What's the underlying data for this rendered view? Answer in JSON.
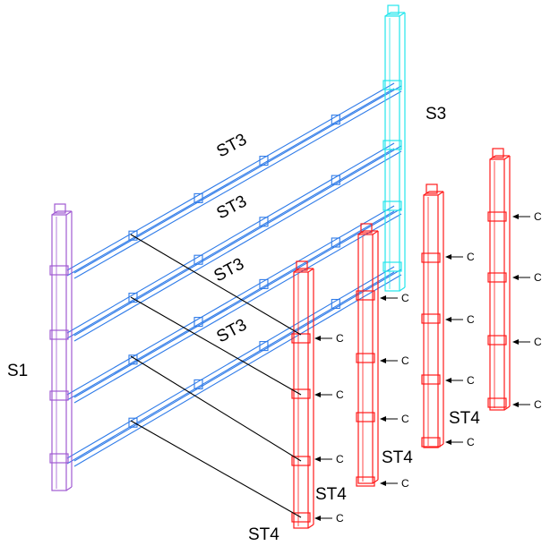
{
  "colors": {
    "post_s1": "#a05ad2",
    "post_s3": "#22e6ec",
    "post_st4": "#ff1a1a",
    "rail": "#2f7be8",
    "ink": "#000000"
  },
  "labels": {
    "s1": "S1",
    "s3": "S3",
    "st3": [
      "ST3",
      "ST3",
      "ST3",
      "ST3"
    ],
    "st4": [
      "ST4",
      "ST4",
      "ST4",
      "ST4"
    ],
    "c": "C"
  }
}
